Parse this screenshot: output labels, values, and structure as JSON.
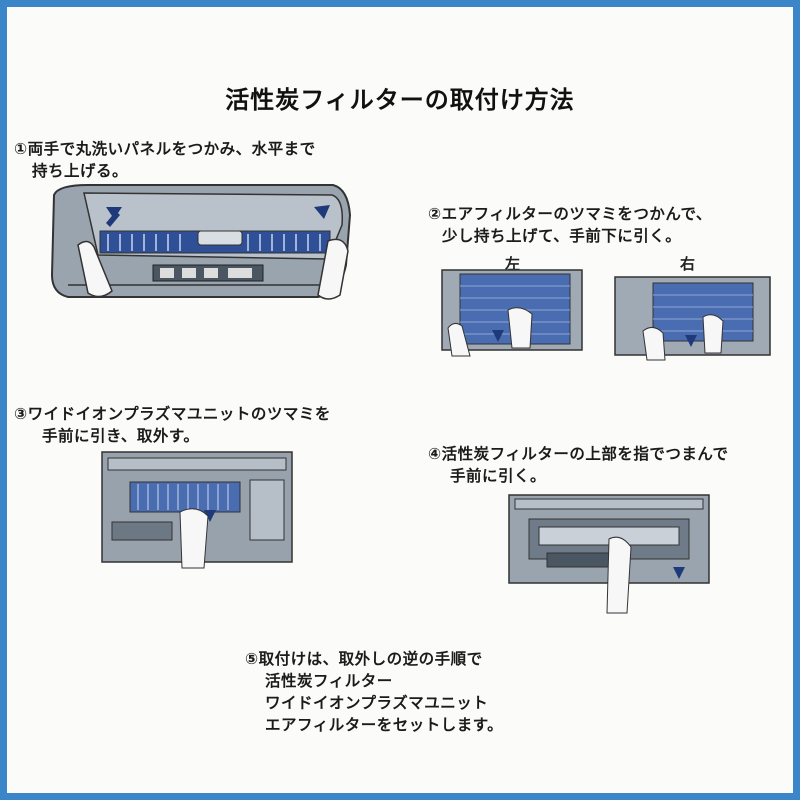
{
  "title": "活性炭フィルターの取付け方法",
  "steps": [
    {
      "num": "①",
      "line1": "両手で丸洗いパネルをつかみ、水平まで",
      "line2": "持ち上げる。"
    },
    {
      "num": "②",
      "line1": "エアフィルターのツマミをつかんで、",
      "line2": "少し持ち上げて、手前下に引く。"
    },
    {
      "num": "③",
      "line1": "ワイドイオンプラズマユニットのツマミを",
      "line2": "手前に引き、取外す。"
    },
    {
      "num": "④",
      "line1": "活性炭フィルターの上部を指でつまんで",
      "line2": "手前に引く。"
    },
    {
      "num": "⑤",
      "line1": "取付けは、取外しの逆の手順で",
      "line2": "活性炭フィルター",
      "line3": "ワイドイオンプラズマユニット",
      "line4": "エアフィルターをセットします。"
    }
  ],
  "labels": {
    "left": "左",
    "right": "右"
  },
  "colors": {
    "border": "#3a86c8",
    "unit": "#8f9aa6",
    "filter": "#3d5fa8",
    "hand": "#f7f7f7"
  }
}
